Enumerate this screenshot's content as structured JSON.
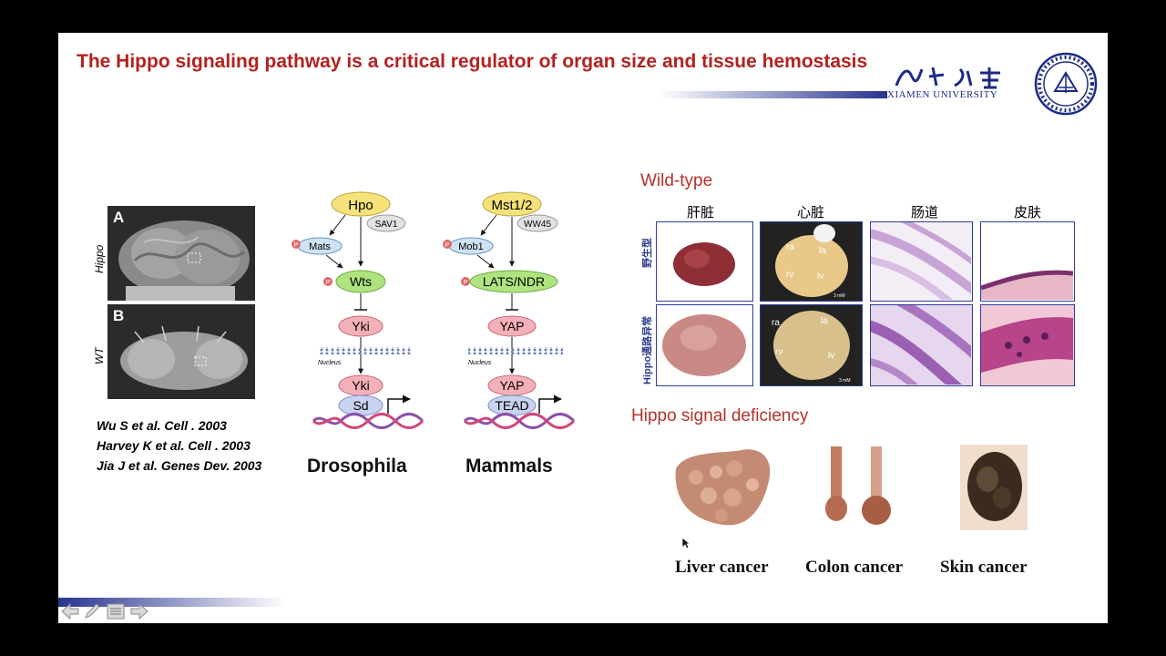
{
  "slide": {
    "title": "The Hippo signaling pathway is a critical regulator of organ size and  tissue hemostasis",
    "university": "XIAMEN UNIVERSITY",
    "accent_color": "#b2221f",
    "brand_color": "#27338f"
  },
  "fly_images": {
    "panel_a": {
      "letter": "A",
      "label": "Hippo"
    },
    "panel_b": {
      "letter": "B",
      "label": "WT"
    }
  },
  "references": [
    "Wu  S et al. Cell . 2003",
    "Harvey K et al. Cell . 2003",
    "Jia J et al. Genes Dev. 2003"
  ],
  "drosophila": {
    "label": "Drosophila",
    "hpo": "Hpo",
    "sav": "SAV1",
    "mats": "Mats",
    "wts": "Wts",
    "yki": "Yki",
    "nucleus": "Nucleus",
    "yki_nuc": "Yki",
    "sd": "Sd",
    "p": "P"
  },
  "mammals": {
    "label": "Mammals",
    "mst": "Mst1/2",
    "ww": "WW45",
    "mob": "Mob1",
    "lats": "LATS/NDR",
    "yap": "YAP",
    "nucleus": "Nucleus",
    "yap_nuc": "YAP",
    "tead": "TEAD",
    "p": "P"
  },
  "wild_type": {
    "title": "Wild-type",
    "columns": [
      "肝脏",
      "心脏",
      "肠道",
      "皮肤"
    ],
    "rows": [
      "野生型",
      "Hippo通路异常"
    ],
    "heart_labels": {
      "ra": "ra",
      "la": "la",
      "rv": "rv",
      "lv": "lv",
      "scale": "3 mM"
    }
  },
  "deficiency": {
    "title": "Hippo signal deficiency",
    "cancers": [
      "Liver cancer",
      "Colon cancer",
      "Skin cancer"
    ]
  },
  "nav": {
    "icons": [
      "arrow-left-icon",
      "pen-icon",
      "menu-icon",
      "arrow-right-icon"
    ]
  }
}
